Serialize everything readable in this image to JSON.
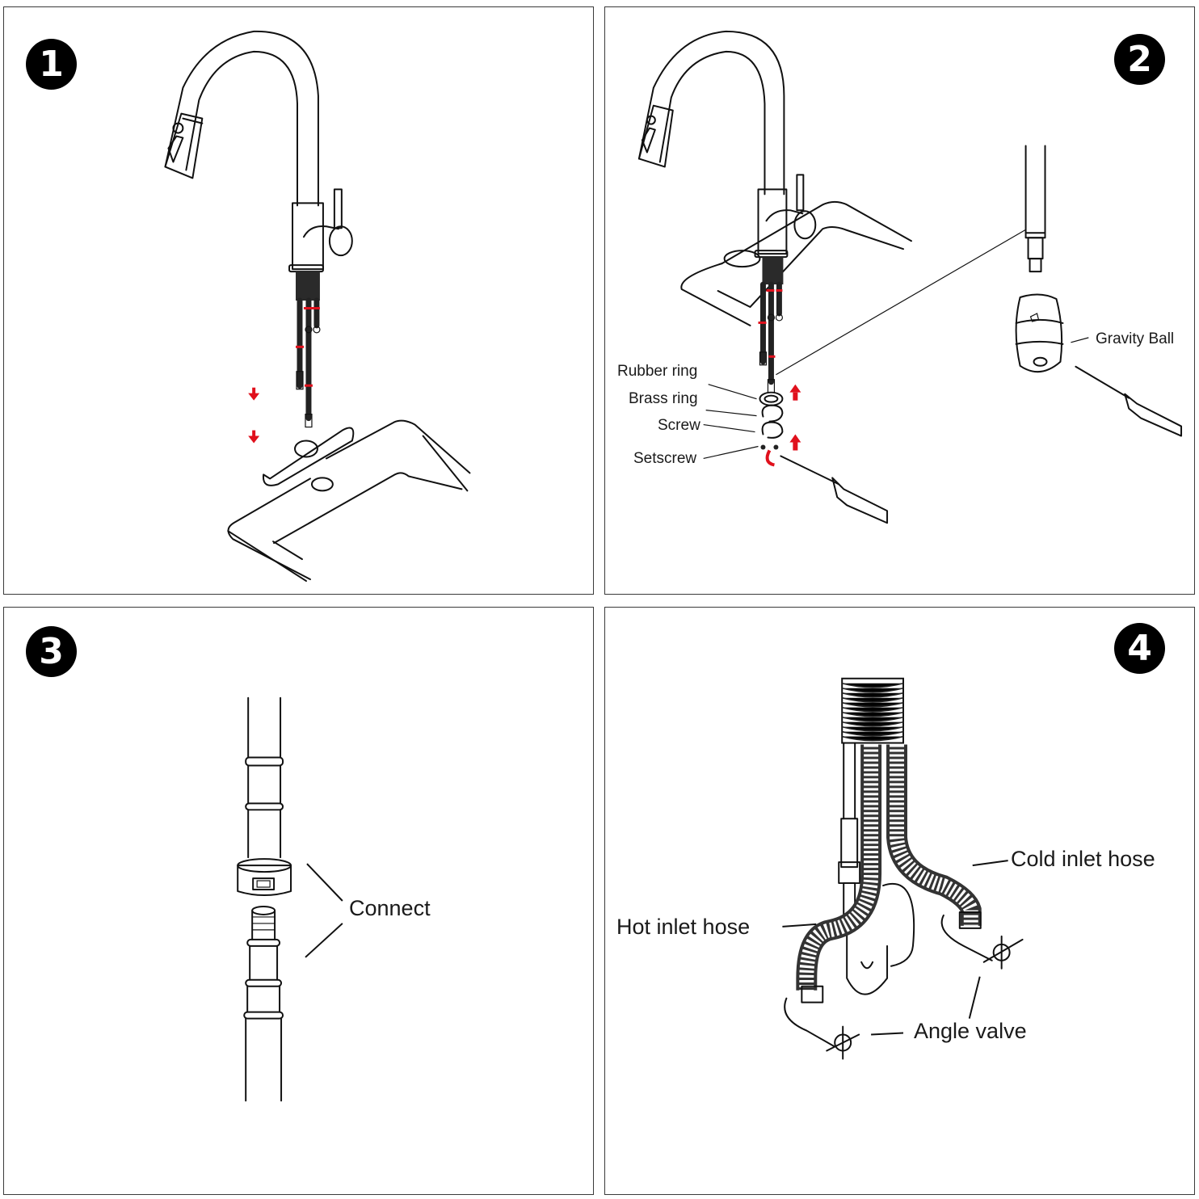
{
  "steps": [
    {
      "number": "1"
    },
    {
      "number": "2",
      "labels": {
        "rubber_ring": "Rubber ring",
        "brass_ring": "Brass ring",
        "screw": "Screw",
        "setscrew": "Setscrew",
        "gravity_ball": "Gravity Ball"
      }
    },
    {
      "number": "3",
      "labels": {
        "connect": "Connect"
      }
    },
    {
      "number": "4",
      "labels": {
        "cold_inlet_hose": "Cold inlet hose",
        "hot_inlet_hose": "Hot inlet hose",
        "angle_valve": "Angle valve"
      }
    }
  ],
  "colors": {
    "badge": "#000000",
    "arrow": "#e0101c",
    "line": "#111111"
  },
  "icons": [
    "down-arrow-icon",
    "up-arrow-icon",
    "rotate-arrow-icon",
    "screwdriver-icon"
  ]
}
